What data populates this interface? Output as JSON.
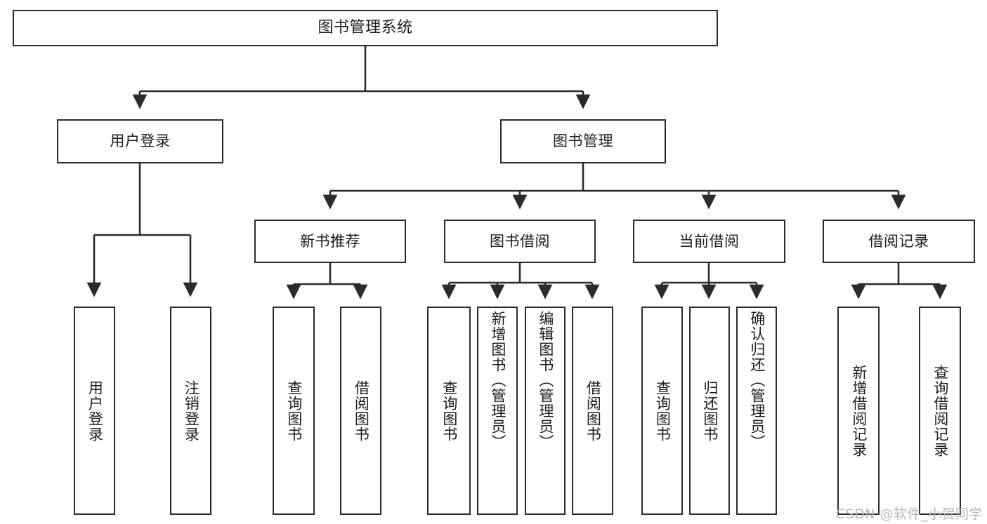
{
  "diagram": {
    "type": "tree-hierarchy",
    "title": "图书管理系统",
    "watermark": "CSDN @软件_小贺同学",
    "colors": {
      "stroke": "#2b2b2b",
      "box_fill": "#ffffff",
      "text": "#1c1c1c",
      "background": "#ffffff",
      "watermark": "#b8b8b8"
    },
    "root": {
      "label": "图书管理系统"
    },
    "level2": [
      {
        "label": "用户登录"
      },
      {
        "label": "图书管理"
      }
    ],
    "level3": [
      {
        "label": "新书推荐"
      },
      {
        "label": "图书借阅"
      },
      {
        "label": "当前借阅"
      },
      {
        "label": "借阅记录"
      }
    ],
    "leaves": {
      "user_login": [
        {
          "label": "用户登录"
        },
        {
          "label": "注销登录"
        }
      ],
      "new_book_recommend": [
        {
          "label": "查询图书"
        },
        {
          "label": "借阅图书"
        }
      ],
      "book_borrow": [
        {
          "label": "查询图书"
        },
        {
          "label": "新增图书（管理员）"
        },
        {
          "label": "编辑图书（管理员）"
        },
        {
          "label": "借阅图书"
        }
      ],
      "current_borrow": [
        {
          "label": "查询图书"
        },
        {
          "label": "归还图书"
        },
        {
          "label": "确认归还（管理员）"
        }
      ],
      "borrow_record": [
        {
          "label": "新增借阅记录"
        },
        {
          "label": "查询借阅记录"
        }
      ]
    }
  }
}
